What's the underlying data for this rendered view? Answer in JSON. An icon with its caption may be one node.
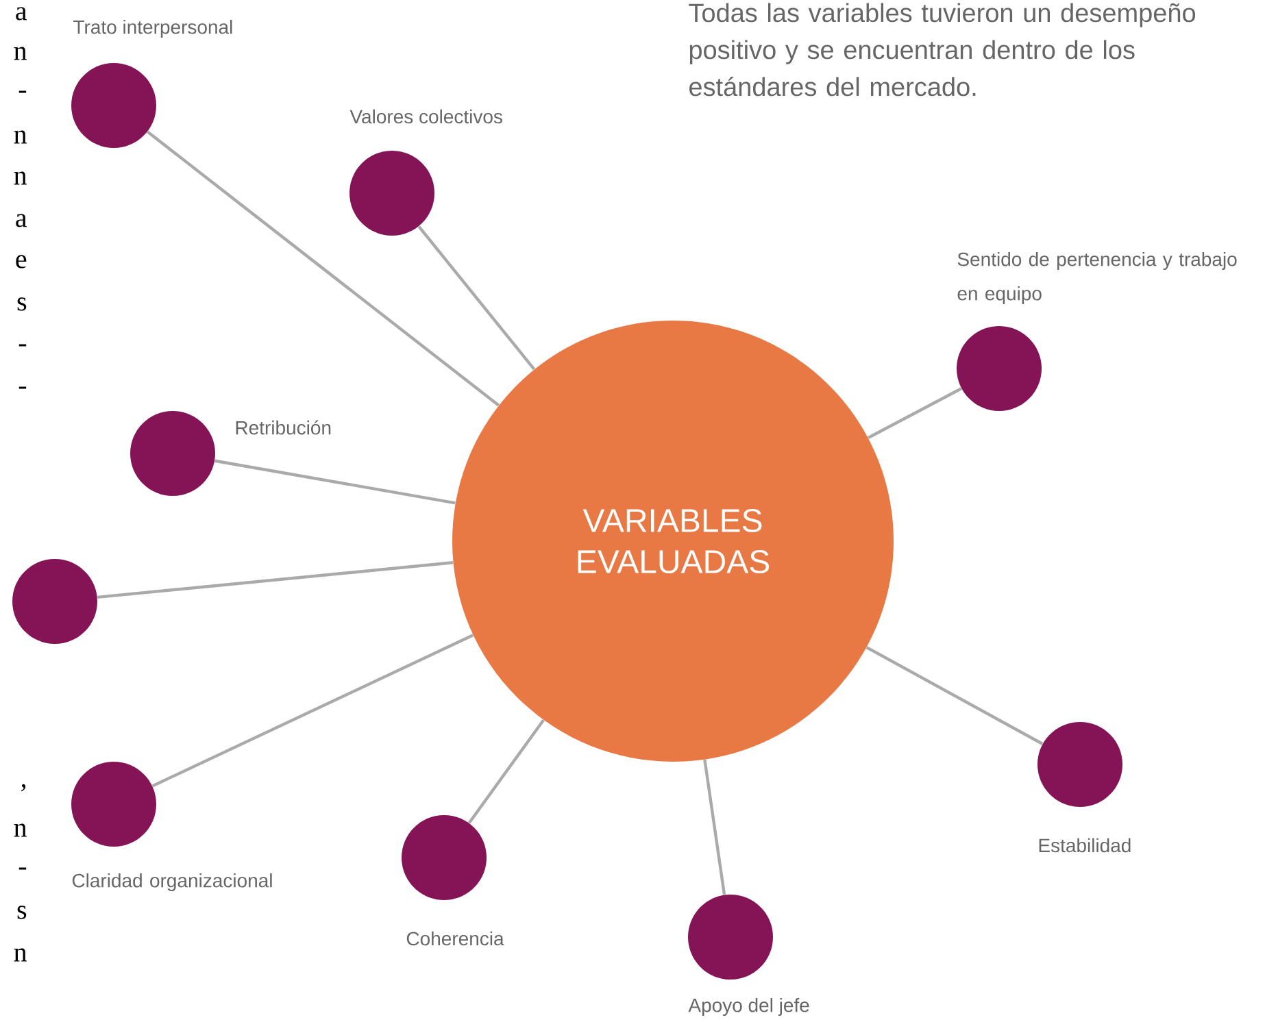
{
  "diagram": {
    "nodes": [
      {
        "text": [
          "VARIABLES EVALUADAS"
        ]
      },
      {
        "text": [],
        "shape": "circle",
        "beside": [
          "Trato interpersonal"
        ]
      },
      {
        "text": [],
        "shape": "circle",
        "beside": [
          "Valores colectivos"
        ]
      },
      {
        "text": [],
        "shape": "circle",
        "beside": [
          "Sentido de pertenencia y trabajo en equipo"
        ]
      },
      {
        "text": [],
        "shape": "circle",
        "beside": [
          "Retribución"
        ]
      },
      {
        "text": [],
        "shape": "circle"
      },
      {
        "text": [],
        "shape": "circle",
        "beside": [
          "Claridad organizacional"
        ]
      },
      {
        "text": [],
        "shape": "circle",
        "beside": [
          "Coherencia"
        ]
      },
      {
        "text": [],
        "shape": "circle",
        "beside": [
          "Apoyo del jefe"
        ]
      },
      {
        "text": [],
        "shape": "circle",
        "beside": [
          "Estabilidad"
        ]
      }
    ],
    "edges": [
      {
        "from": 0,
        "to": 1,
        "arrow": "none"
      },
      {
        "from": 0,
        "to": 2,
        "arrow": "none"
      },
      {
        "from": 0,
        "to": 3,
        "arrow": "none"
      },
      {
        "from": 0,
        "to": 4,
        "arrow": "none"
      },
      {
        "from": 0,
        "to": 5,
        "arrow": "none"
      },
      {
        "from": 0,
        "to": 6,
        "arrow": "none"
      },
      {
        "from": 0,
        "to": 7,
        "arrow": "none"
      },
      {
        "from": 0,
        "to": 8,
        "arrow": "none"
      },
      {
        "from": 0,
        "to": 9,
        "arrow": "none"
      }
    ],
    "labels": [
      "a",
      "n",
      "-",
      "n",
      "n",
      "a",
      "e",
      "s",
      "-",
      "-",
      "Todas las variables tuvieron un desempeño positivo y se encuentran dentro de los estándares del mercado.",
      ",",
      "n",
      "-",
      "s",
      "n"
    ]
  }
}
